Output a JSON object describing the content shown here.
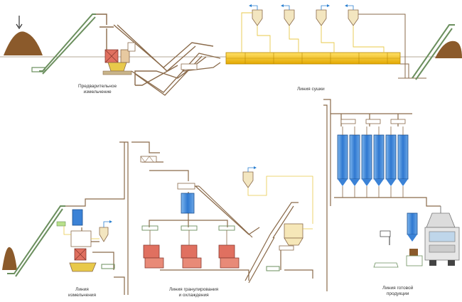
{
  "labels": {
    "pre_grinding_1": "Предварительное",
    "pre_grinding_2": "измельчение",
    "drying": "Линия сушки",
    "grinding_1": "Линия",
    "grinding_2": "измельчения",
    "granulation_1": "Линия гранулирования",
    "granulation_2": "и охлаждения",
    "finished_1": "Линия готовой",
    "finished_2": "продукции"
  },
  "colors": {
    "conveyor": "#6b8f5e",
    "pipe": "#8a6a4a",
    "dryer": "#f2c500",
    "silo": "#3b82d6",
    "machine": "#e07060",
    "pile": "#8b5a2b",
    "air": "#2a7fd0",
    "yellow_line": "#e8c94a"
  }
}
